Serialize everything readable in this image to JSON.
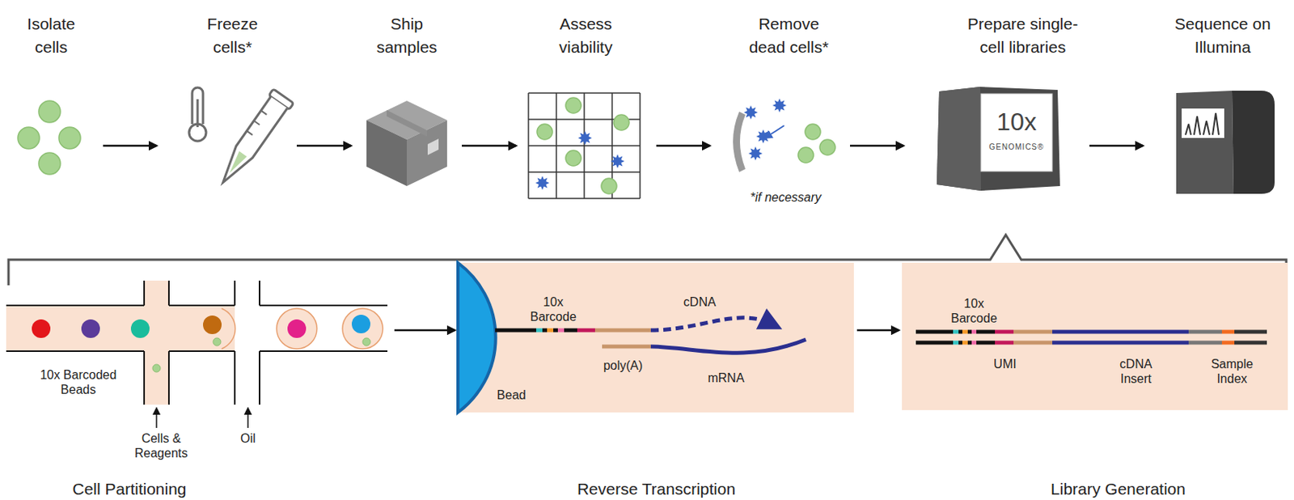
{
  "diagram": {
    "nodes": [
      {
        "text": [
          "Isolate cells"
        ]
      },
      {
        "text": [
          "Freeze cells*"
        ]
      },
      {
        "text": [
          "Ship samples"
        ]
      },
      {
        "text": [
          "Assess viability"
        ]
      },
      {
        "text": [
          "Remove dead cells*",
          "*if necessary"
        ]
      },
      {
        "text": [
          "Prepare single-cell libraries"
        ]
      },
      {
        "text": [
          "Sequence on Illumina"
        ]
      },
      {
        "text": [
          "Cell Partitioning"
        ]
      },
      {
        "text": [
          "Reverse Transcription"
        ]
      },
      {
        "text": [
          "Library Generation"
        ]
      }
    ],
    "edges": [
      {
        "from": 0,
        "to": 1,
        "arrow": "to"
      },
      {
        "from": 1,
        "to": 2,
        "arrow": "to"
      },
      {
        "from": 2,
        "to": 3,
        "arrow": "to"
      },
      {
        "from": 3,
        "to": 4,
        "arrow": "to"
      },
      {
        "from": 4,
        "to": 5,
        "arrow": "to"
      },
      {
        "from": 5,
        "to": 6,
        "arrow": "to"
      },
      {
        "from": 7,
        "to": 8,
        "arrow": "to"
      },
      {
        "from": 8,
        "to": 9,
        "arrow": "to"
      }
    ],
    "labels": [
      "10x",
      "GENOMICS®",
      "10x Barcoded Beads",
      "Cells & Reagents",
      "Oil",
      "10x Barcode",
      "cDNA",
      "poly(A)",
      "mRNA",
      "Bead",
      "10x Barcode",
      "UMI",
      "cDNA Insert",
      "Sample Index"
    ]
  }
}
